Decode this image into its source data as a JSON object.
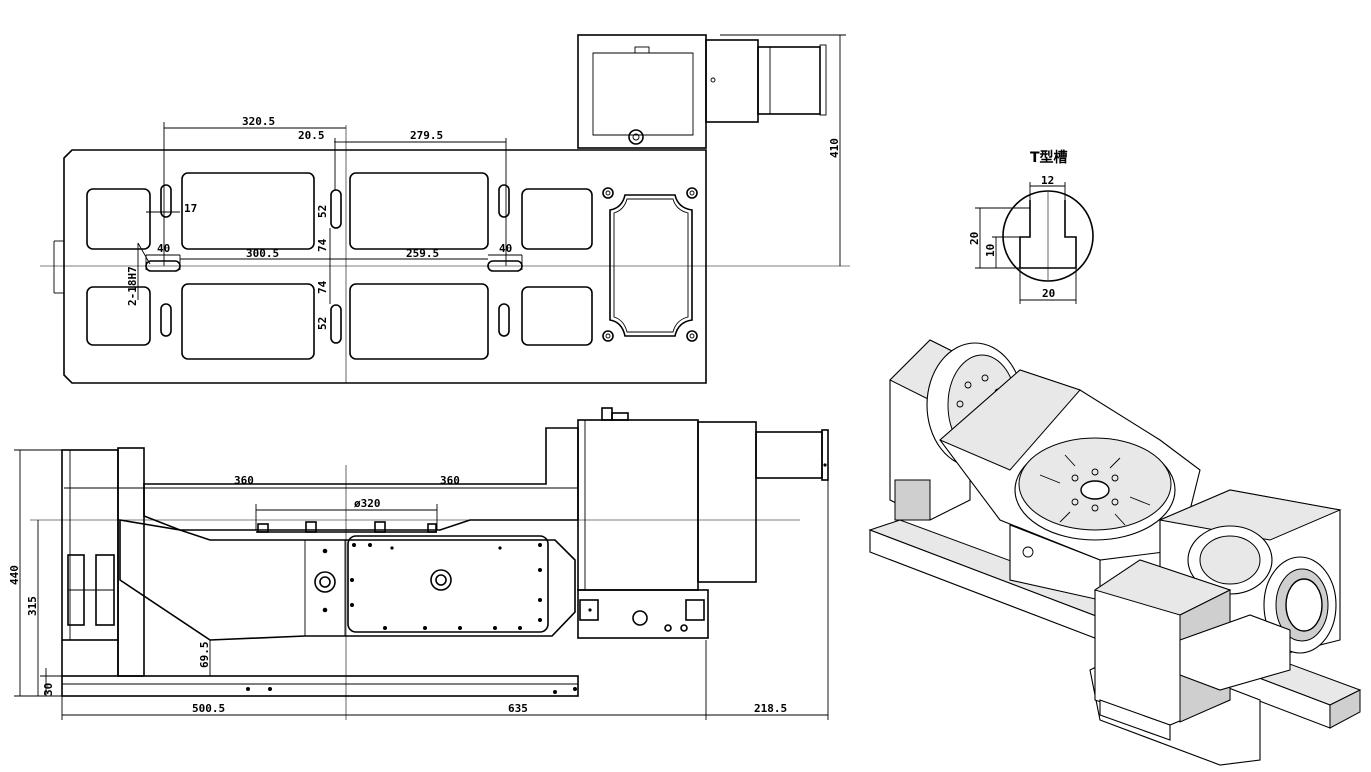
{
  "top_view": {
    "dims": {
      "d320_5": "320.5",
      "d20_5": "20.5",
      "d279_5": "279.5",
      "d410": "410",
      "d17": "17",
      "d52a": "52",
      "d40a": "40",
      "d300_5": "300.5",
      "d74a": "74",
      "d259_5": "259.5",
      "d40b": "40",
      "d18h7": "2-18H7",
      "d74b": "74",
      "d52b": "52"
    }
  },
  "tslot": {
    "title": "T型槽",
    "dims": {
      "w12": "12",
      "h20": "20",
      "h10": "10",
      "w20": "20"
    }
  },
  "side_view": {
    "dims": {
      "d360a": "360",
      "d360b": "360",
      "phi320": "ø320",
      "d440": "440",
      "d315": "315",
      "d69_5": "69.5",
      "d30": "30",
      "d500_5": "500.5",
      "d635": "635",
      "d218_5": "218.5"
    }
  }
}
